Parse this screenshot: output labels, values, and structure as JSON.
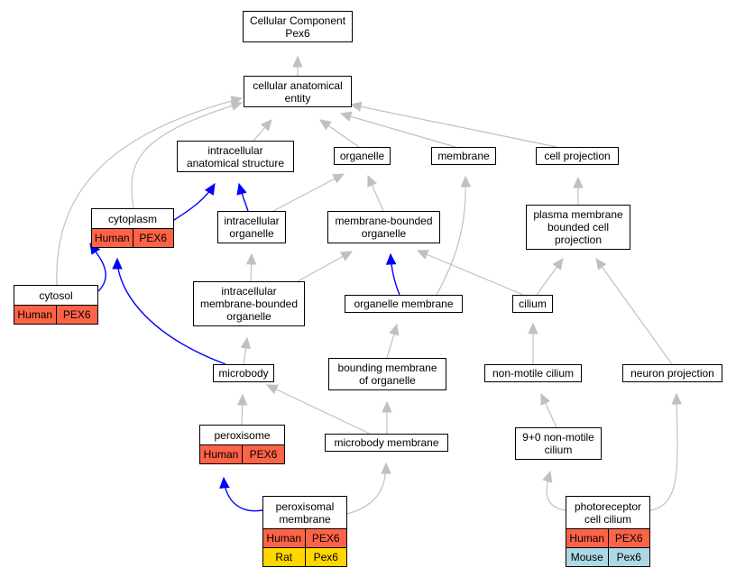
{
  "colors": {
    "edge_gray": "#c0c0c0",
    "edge_blue": "#0000ff",
    "human": "#ff6347",
    "rat": "#ffd700",
    "mouse": "#add8e6"
  },
  "nodes": [
    {
      "id": "cc",
      "label": "Cellular Component\nPex6"
    },
    {
      "id": "cae",
      "label": "cellular anatomical\nentity"
    },
    {
      "id": "ias",
      "label": "intracellular\nanatomical structure"
    },
    {
      "id": "organelle",
      "label": "organelle"
    },
    {
      "id": "membrane",
      "label": "membrane"
    },
    {
      "id": "cellproj",
      "label": "cell projection"
    },
    {
      "id": "cytoplasm",
      "label": "cytoplasm",
      "rows": [
        [
          "Human",
          "PEX6"
        ]
      ]
    },
    {
      "id": "intorg",
      "label": "intracellular\norganelle"
    },
    {
      "id": "mbo",
      "label": "membrane-bounded\norganelle"
    },
    {
      "id": "pmbcp",
      "label": "plasma membrane\nbounded cell\nprojection"
    },
    {
      "id": "cytosol",
      "label": "cytosol",
      "rows": [
        [
          "Human",
          "PEX6"
        ]
      ]
    },
    {
      "id": "imbo",
      "label": "intracellular\nmembrane-bounded\norganelle"
    },
    {
      "id": "orgmem",
      "label": "organelle membrane"
    },
    {
      "id": "cilium",
      "label": "cilium"
    },
    {
      "id": "microbody",
      "label": "microbody"
    },
    {
      "id": "bmo",
      "label": "bounding membrane\nof organelle"
    },
    {
      "id": "nmc",
      "label": "non-motile cilium"
    },
    {
      "id": "neuronproj",
      "label": "neuron projection"
    },
    {
      "id": "peroxisome",
      "label": "peroxisome",
      "rows": [
        [
          "Human",
          "PEX6"
        ]
      ]
    },
    {
      "id": "mbmem",
      "label": "microbody membrane"
    },
    {
      "id": "nmc90",
      "label": "9+0 non-motile\ncilium"
    },
    {
      "id": "pm",
      "label": "peroxisomal\nmembrane",
      "rows": [
        [
          "Human",
          "PEX6"
        ],
        [
          "Rat",
          "Pex6"
        ]
      ]
    },
    {
      "id": "pcc",
      "label": "photoreceptor\ncell cilium",
      "rows": [
        [
          "Human",
          "PEX6"
        ],
        [
          "Mouse",
          "Pex6"
        ]
      ]
    }
  ],
  "edges": [
    {
      "from": "cae",
      "to": "cc",
      "kind": "is_a"
    },
    {
      "from": "ias",
      "to": "cae",
      "kind": "is_a"
    },
    {
      "from": "organelle",
      "to": "cae",
      "kind": "is_a"
    },
    {
      "from": "membrane",
      "to": "cae",
      "kind": "is_a"
    },
    {
      "from": "cellproj",
      "to": "cae",
      "kind": "is_a"
    },
    {
      "from": "cytoplasm",
      "to": "cae",
      "kind": "is_a"
    },
    {
      "from": "cytosol",
      "to": "cae",
      "kind": "is_a"
    },
    {
      "from": "cytoplasm",
      "to": "ias",
      "kind": "part_of"
    },
    {
      "from": "intorg",
      "to": "ias",
      "kind": "part_of"
    },
    {
      "from": "intorg",
      "to": "organelle",
      "kind": "is_a"
    },
    {
      "from": "mbo",
      "to": "organelle",
      "kind": "is_a"
    },
    {
      "from": "pmbcp",
      "to": "cellproj",
      "kind": "is_a"
    },
    {
      "from": "cytosol",
      "to": "cytoplasm",
      "kind": "part_of"
    },
    {
      "from": "imbo",
      "to": "intorg",
      "kind": "is_a"
    },
    {
      "from": "imbo",
      "to": "mbo",
      "kind": "is_a"
    },
    {
      "from": "orgmem",
      "to": "mbo",
      "kind": "part_of"
    },
    {
      "from": "orgmem",
      "to": "membrane",
      "kind": "is_a"
    },
    {
      "from": "cilium",
      "to": "mbo",
      "kind": "is_a"
    },
    {
      "from": "cilium",
      "to": "pmbcp",
      "kind": "is_a"
    },
    {
      "from": "microbody",
      "to": "imbo",
      "kind": "is_a"
    },
    {
      "from": "microbody",
      "to": "cytoplasm",
      "kind": "part_of"
    },
    {
      "from": "bmo",
      "to": "orgmem",
      "kind": "is_a"
    },
    {
      "from": "nmc",
      "to": "cilium",
      "kind": "is_a"
    },
    {
      "from": "neuronproj",
      "to": "pmbcp",
      "kind": "is_a"
    },
    {
      "from": "peroxisome",
      "to": "microbody",
      "kind": "is_a"
    },
    {
      "from": "mbmem",
      "to": "microbody",
      "kind": "is_a"
    },
    {
      "from": "mbmem",
      "to": "bmo",
      "kind": "is_a"
    },
    {
      "from": "nmc90",
      "to": "nmc",
      "kind": "is_a"
    },
    {
      "from": "pm",
      "to": "peroxisome",
      "kind": "part_of"
    },
    {
      "from": "pm",
      "to": "mbmem",
      "kind": "is_a"
    },
    {
      "from": "pcc",
      "to": "nmc90",
      "kind": "is_a"
    },
    {
      "from": "pcc",
      "to": "neuronproj",
      "kind": "is_a"
    }
  ]
}
